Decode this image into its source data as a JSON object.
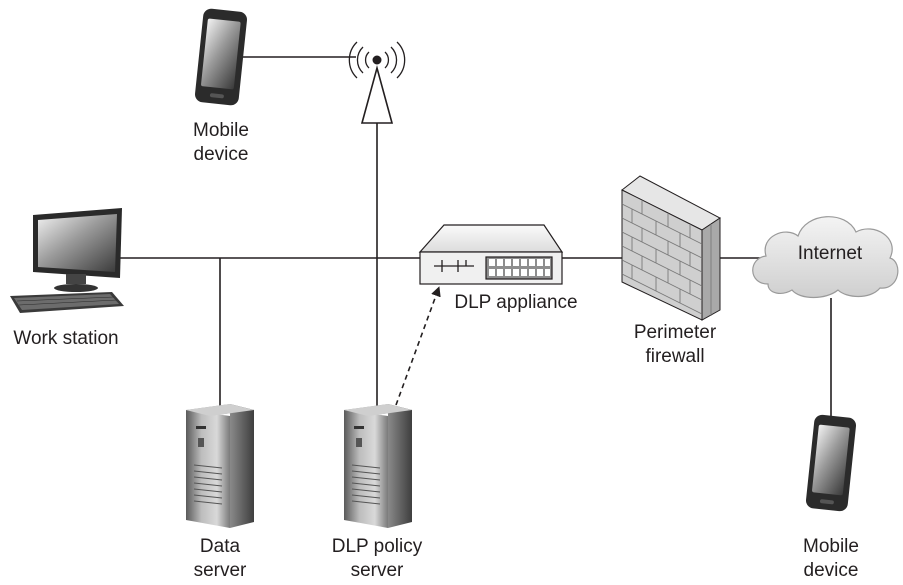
{
  "nodes": {
    "mobile_top": {
      "label_lines": [
        "Mobile",
        "device"
      ]
    },
    "workstation": {
      "label_lines": [
        "Work station"
      ]
    },
    "dlp_appliance": {
      "label_lines": [
        "DLP appliance"
      ]
    },
    "firewall": {
      "label_lines": [
        "Perimeter",
        "firewall"
      ]
    },
    "internet": {
      "label_lines": [
        "Internet"
      ]
    },
    "data_server": {
      "label_lines": [
        "Data",
        "server"
      ]
    },
    "dlp_policy_server": {
      "label_lines": [
        "DLP policy",
        "server"
      ]
    },
    "mobile_bottom": {
      "label_lines": [
        "Mobile",
        "device"
      ]
    }
  },
  "edges": [
    {
      "from": "workstation",
      "to": "dlp_appliance",
      "style": "solid"
    },
    {
      "from": "dlp_appliance",
      "to": "firewall",
      "style": "solid"
    },
    {
      "from": "firewall",
      "to": "internet",
      "style": "solid"
    },
    {
      "from": "internet",
      "to": "mobile_bottom",
      "style": "solid"
    },
    {
      "from": "mobile_top",
      "to": "antenna",
      "style": "solid"
    },
    {
      "from": "antenna",
      "to": "dlp_policy_server",
      "style": "solid"
    },
    {
      "from": "data_server",
      "to": "backbone",
      "style": "solid"
    },
    {
      "from": "dlp_policy_server",
      "to": "dlp_appliance",
      "style": "dashed-arrow"
    }
  ]
}
